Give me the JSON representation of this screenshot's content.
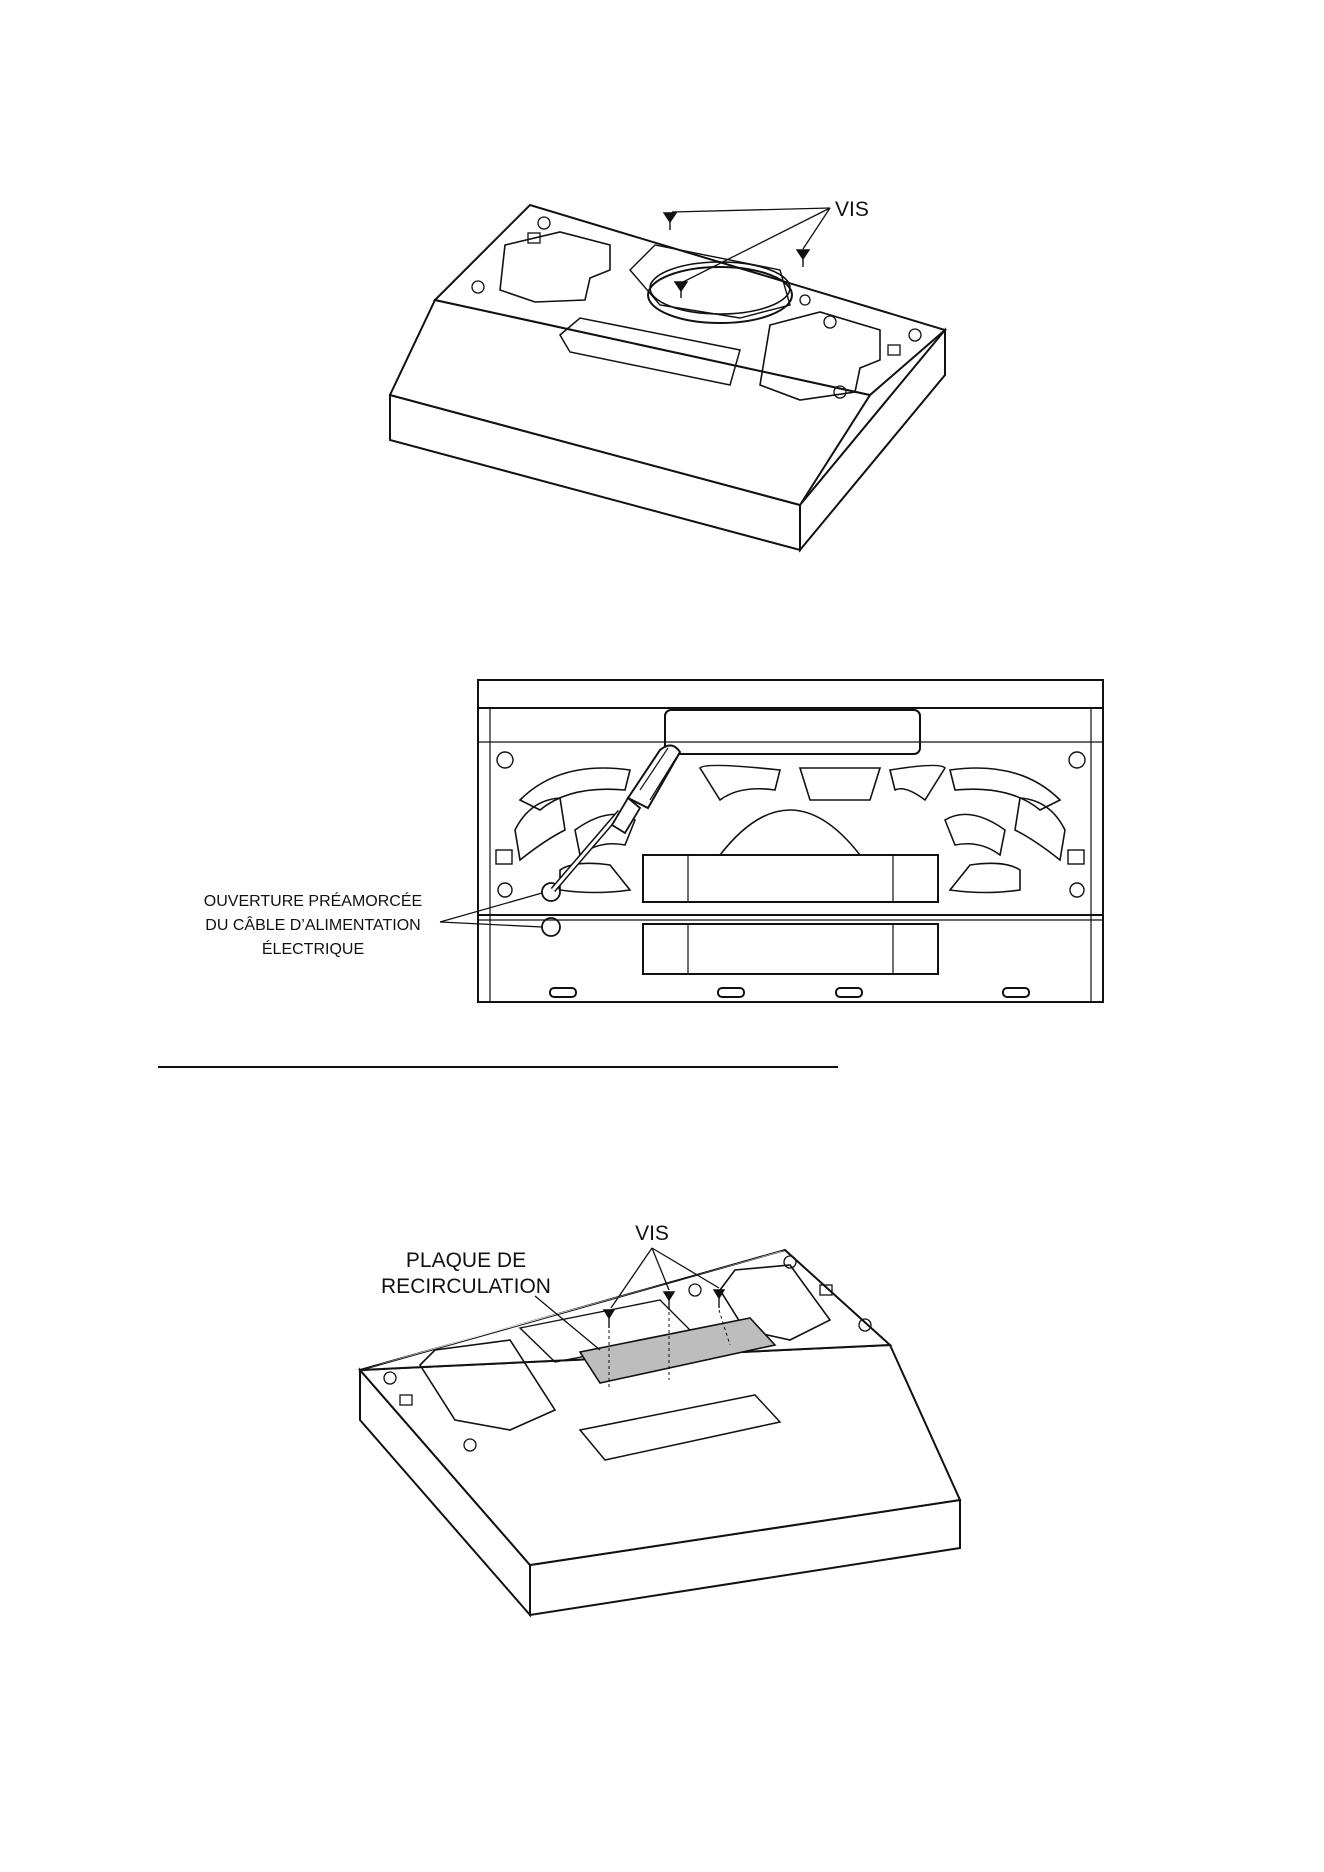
{
  "figure1": {
    "label_screws": "VIS"
  },
  "figure2": {
    "label_knockout": [
      "OUVERTURE PRÉAMORCÉE",
      "DU CÂBLE D’ALIMENTATION",
      "ÉLECTRIQUE"
    ]
  },
  "figure3": {
    "label_screws": "VIS",
    "label_plate": [
      "PLAQUE DE",
      "RECIRCULATION"
    ]
  },
  "colors": {
    "ink": "#111111",
    "plate_fill": "#bdbdbd",
    "paper": "#ffffff"
  }
}
